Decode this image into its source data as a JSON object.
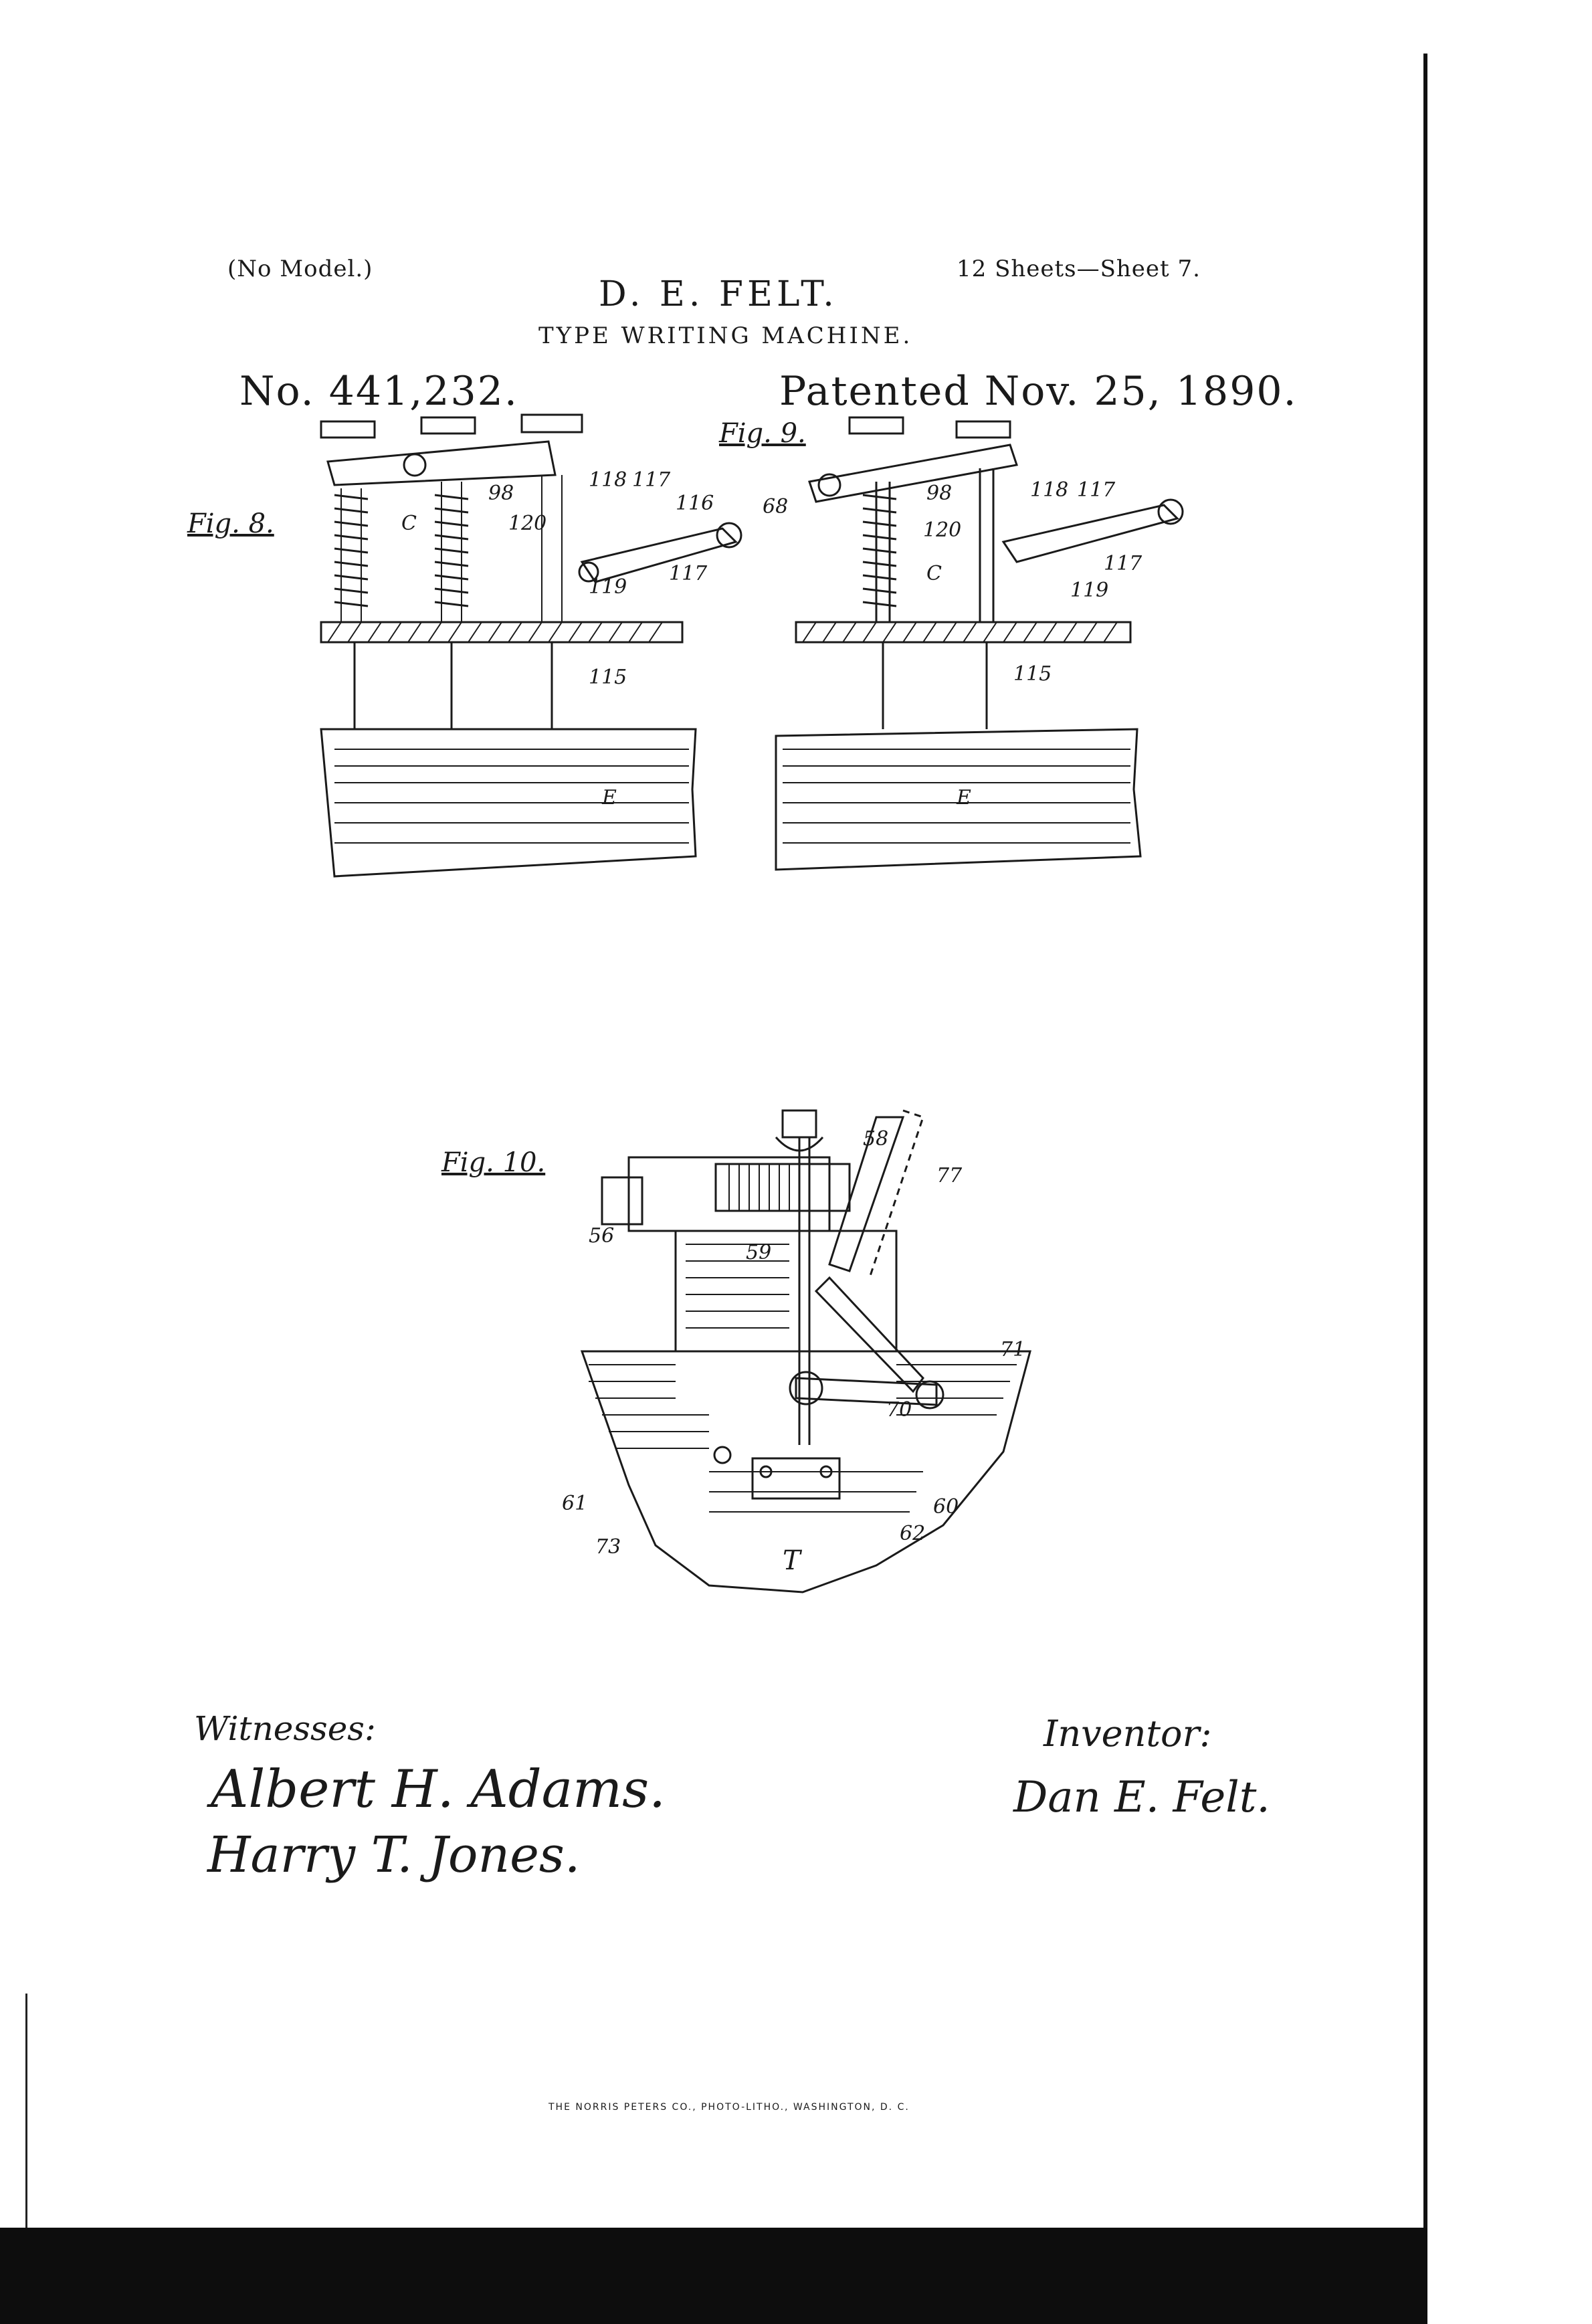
{
  "header": {
    "model_note": "(No Model.)",
    "sheet_note": "12 Sheets—Sheet 7.",
    "inventor_title": "D. E. FELT.",
    "invention": "TYPE WRITING MACHINE.",
    "patent_number": "No. 441,232.",
    "patent_date": "Patented Nov. 25, 1890."
  },
  "figures": {
    "fig8": {
      "label": "Fig. 8.",
      "callouts": [
        "98",
        "118",
        "117",
        "116",
        "68",
        "C",
        "120",
        "119",
        "117",
        "115",
        "E"
      ]
    },
    "fig9": {
      "label": "Fig. 9.",
      "callouts": [
        "98",
        "118",
        "117",
        "120",
        "C",
        "117",
        "119",
        "115",
        "E"
      ]
    },
    "fig10": {
      "label": "Fig. 10.",
      "callouts": [
        "58",
        "77",
        "56",
        "59",
        "71",
        "70",
        "61",
        "60",
        "73",
        "62",
        "T"
      ]
    }
  },
  "signatures": {
    "witnesses_label": "Witnesses:",
    "witness_1": "Albert H. Adams.",
    "witness_2": "Harry T. Jones.",
    "inventor_label": "Inventor:",
    "inventor_signature": "Dan E. Felt."
  },
  "footer": {
    "imprint": "THE NORRIS PETERS CO., PHOTO-LITHO., WASHINGTON, D. C."
  }
}
